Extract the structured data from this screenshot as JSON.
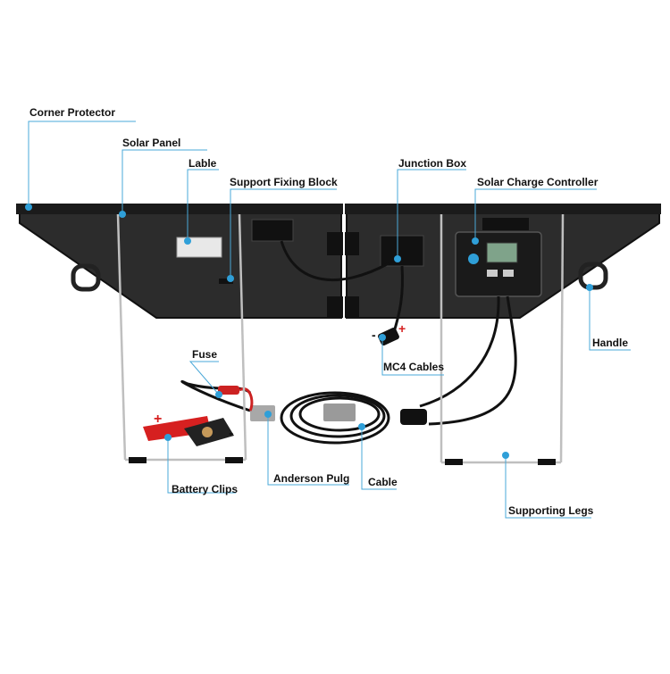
{
  "accent_color": "#2f9fd8",
  "panel_color": "#2a2a2a",
  "callouts": {
    "corner_protector": "Corner Protector",
    "solar_panel": "Solar Panel",
    "lable": "Lable",
    "support_fixing_block": "Support Fixing Block",
    "junction_box": "Junction Box",
    "solar_charge_controller": "Solar Charge Controller",
    "handle": "Handle",
    "fuse": "Fuse",
    "mc4_cables": "MC4 Cables",
    "battery_clips": "Battery Clips",
    "anderson_pulg": "Anderson Pulg",
    "cable": "Cable",
    "supporting_legs": "Supporting Legs"
  },
  "polarity": {
    "plus": "+",
    "minus": "-"
  }
}
